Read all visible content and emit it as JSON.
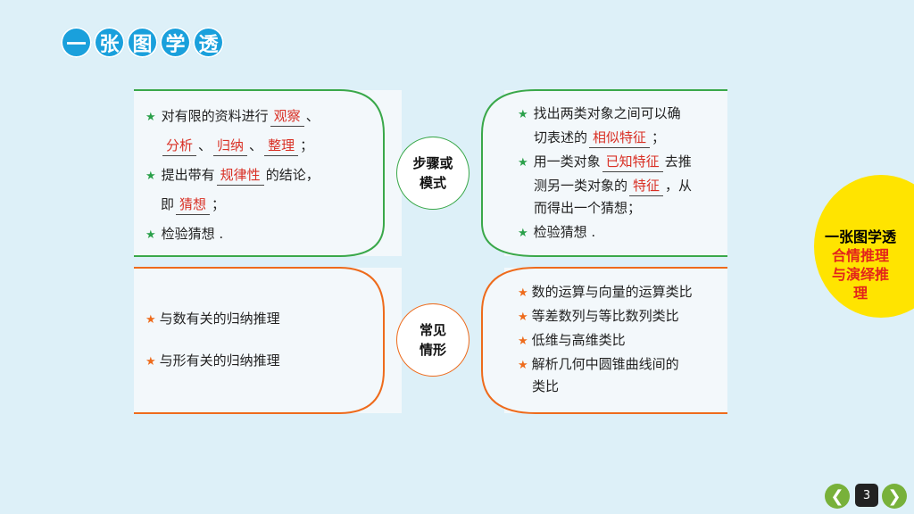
{
  "logo": [
    "一",
    "张",
    "图",
    "学",
    "透"
  ],
  "top": {
    "hub": [
      "步骤或",
      "模式"
    ],
    "left": {
      "l1_pre": "对有限的资料进行",
      "l1_blank": "观察",
      "l1_post": "、",
      "l2_b1": "分析",
      "l2_s1": "、",
      "l2_b2": "归纳",
      "l2_s2": "、",
      "l2_b3": "整理",
      "l2_post": "；",
      "l3_pre": "提出带有",
      "l3_blank": "规律性",
      "l3_post": "的结论，",
      "l4_pre": "即",
      "l4_blank": "猜想",
      "l4_post": "；",
      "l5": "检验猜想 ."
    },
    "right": {
      "r1": "找出两类对象之间可以确",
      "r2_pre": "切表述的",
      "r2_blank": "相似特征",
      "r2_post": "；",
      "r3_pre": "用一类对象",
      "r3_blank": "已知特征",
      "r3_post": "去推",
      "r4_pre": "测另一类对象的",
      "r4_blank": "特征",
      "r4_post": "，从",
      "r5": "而得出一个猜想；",
      "r6": "检验猜想 ."
    }
  },
  "bottom": {
    "hub": [
      "常见",
      "情形"
    ],
    "left": [
      "与数有关的归纳推理",
      "与形有关的归纳推理"
    ],
    "right": [
      "数的运算与向量的运算类比",
      "等差数列与等比数列类比",
      "低维与高维类比",
      "解析几何中圆锥曲线间的",
      "类比"
    ]
  },
  "side": {
    "line1": "一张图学透",
    "line2": "合情推理",
    "line3": "与演绎推",
    "line4": "理"
  },
  "nav": {
    "prev": "❮",
    "next": "❯",
    "page": "3"
  },
  "colors": {
    "green": "#2aa04a",
    "orange": "#ee6b1c",
    "blank_red": "#d93025",
    "badge": "#ffe400"
  }
}
